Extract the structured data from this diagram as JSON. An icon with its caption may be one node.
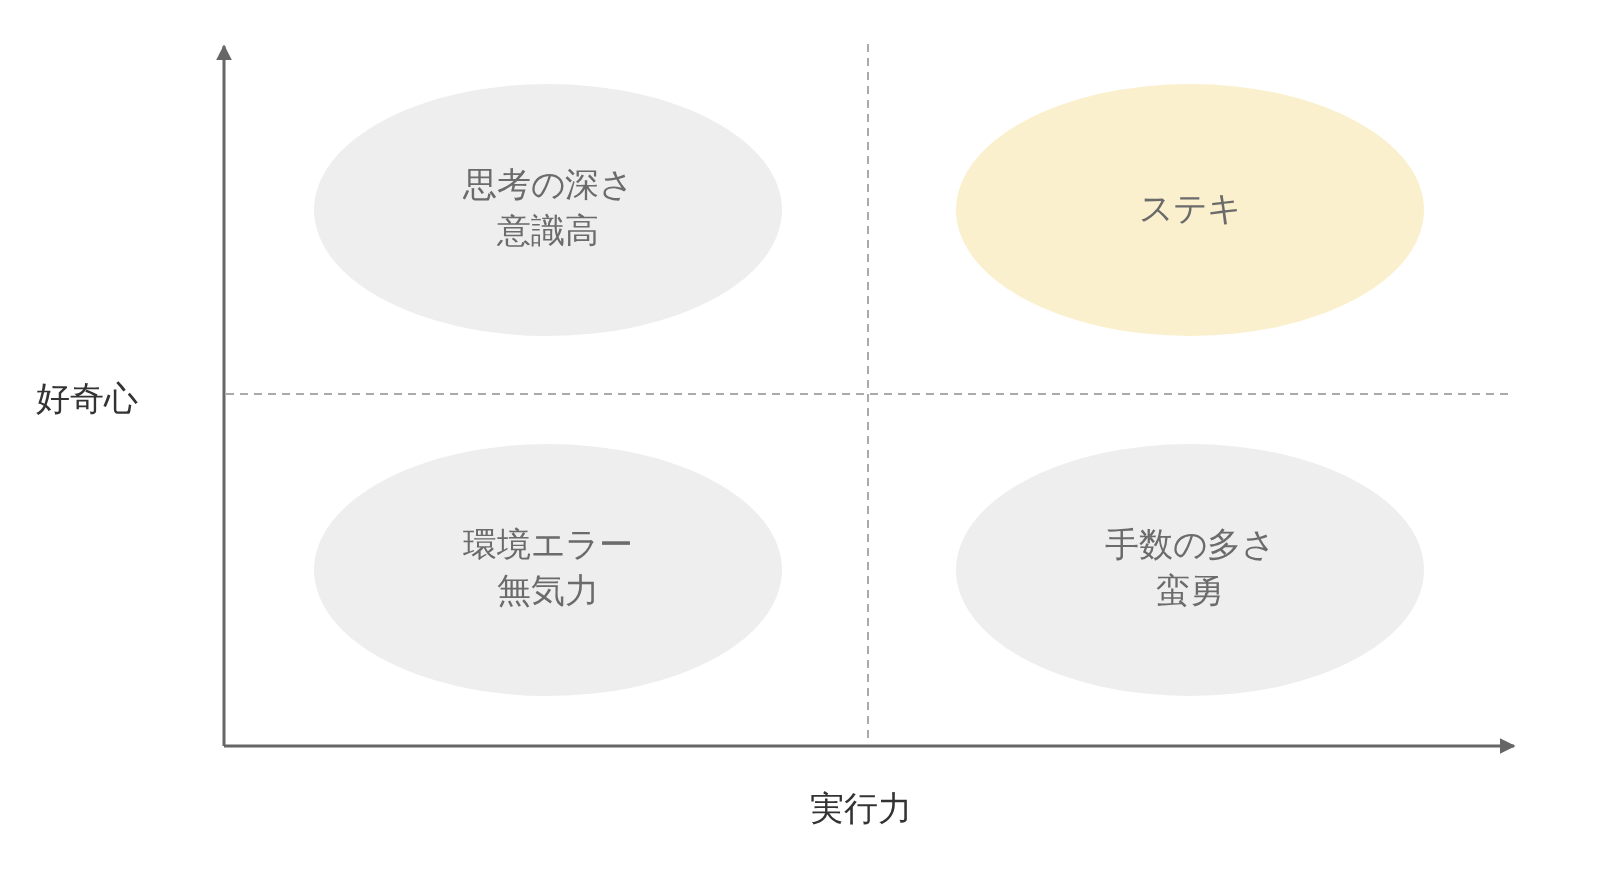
{
  "diagram": {
    "nodes": [
      {
        "text": [
          "思考の深さ",
          "意識高"
        ]
      },
      {
        "text": [
          "ステキ"
        ]
      },
      {
        "text": [
          "環境エラー",
          "無気力"
        ]
      },
      {
        "text": [
          "手数の多さ",
          "蛮勇"
        ]
      }
    ],
    "labels": [
      "好奇心",
      "実行力"
    ]
  }
}
